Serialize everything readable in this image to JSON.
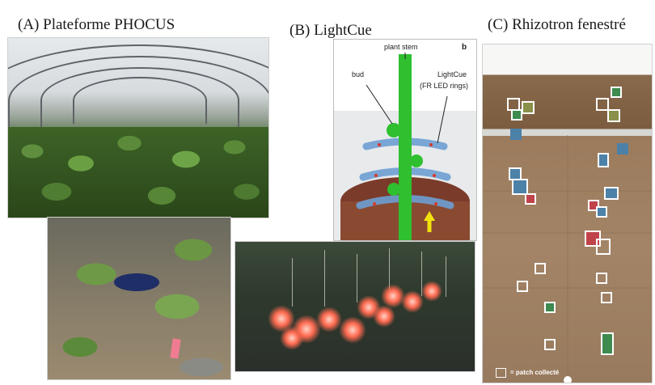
{
  "panels": {
    "a": {
      "title": "(A) Plateforme PHOCUS"
    },
    "b": {
      "title": "(B) LightCue",
      "diagram": {
        "letter": "b",
        "label_plant_stem": "plant stem",
        "label_bud": "bud",
        "label_lightcue": "LightCue",
        "label_fr_led": "(FR LED rings)"
      }
    },
    "c": {
      "title": "(C) Rhizotron fenestré",
      "legend": "= patch collecté"
    }
  },
  "colors": {
    "stem_green": "#2fbf2f",
    "ring_blue": "#7fa9d6",
    "led_red": "#d83a2a",
    "arrow_yellow": "#f2e20c",
    "patch_green": "#3e8a4f",
    "patch_blue": "#4c81a8",
    "patch_red": "#c0434a"
  }
}
